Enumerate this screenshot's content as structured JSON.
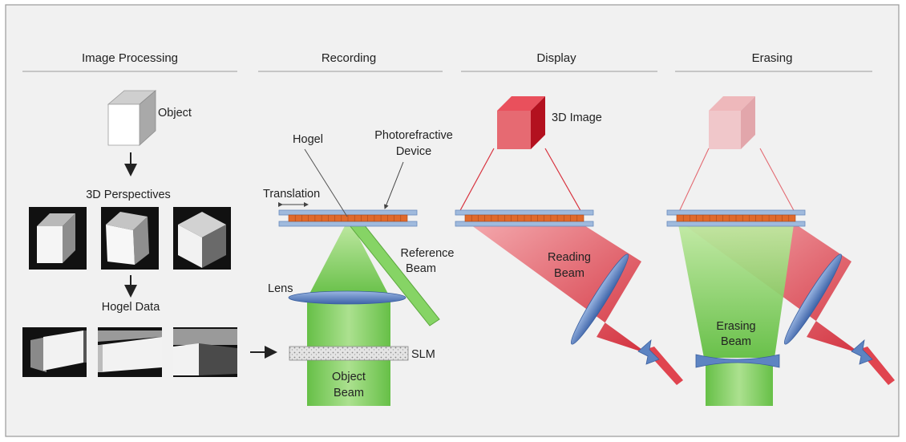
{
  "sections": [
    {
      "title": "Image Processing"
    },
    {
      "title": "Recording"
    },
    {
      "title": "Display"
    },
    {
      "title": "Erasing"
    }
  ],
  "image_processing": {
    "object_label": "Object",
    "perspectives_label": "3D Perspectives",
    "hogel_data_label": "Hogel Data"
  },
  "recording": {
    "hogel_label": "Hogel",
    "device_label_line1": "Photorefractive",
    "device_label_line2": "Device",
    "translation_label": "Translation",
    "reference_beam_line1": "Reference",
    "reference_beam_line2": "Beam",
    "lens_label": "Lens",
    "slm_label": "SLM",
    "object_beam_line1": "Object",
    "object_beam_line2": "Beam"
  },
  "display": {
    "image_label": "3D Image",
    "reading_beam_line1": "Reading",
    "reading_beam_line2": "Beam"
  },
  "erasing": {
    "erasing_beam_line1": "Erasing",
    "erasing_beam_line2": "Beam"
  },
  "colors": {
    "green_beam": "#7fcf5a",
    "red_beam": "#d8323e",
    "lens_blue": "#5d84c2",
    "device_blue": "#9fbadd",
    "device_orange": "#e06a2c"
  }
}
